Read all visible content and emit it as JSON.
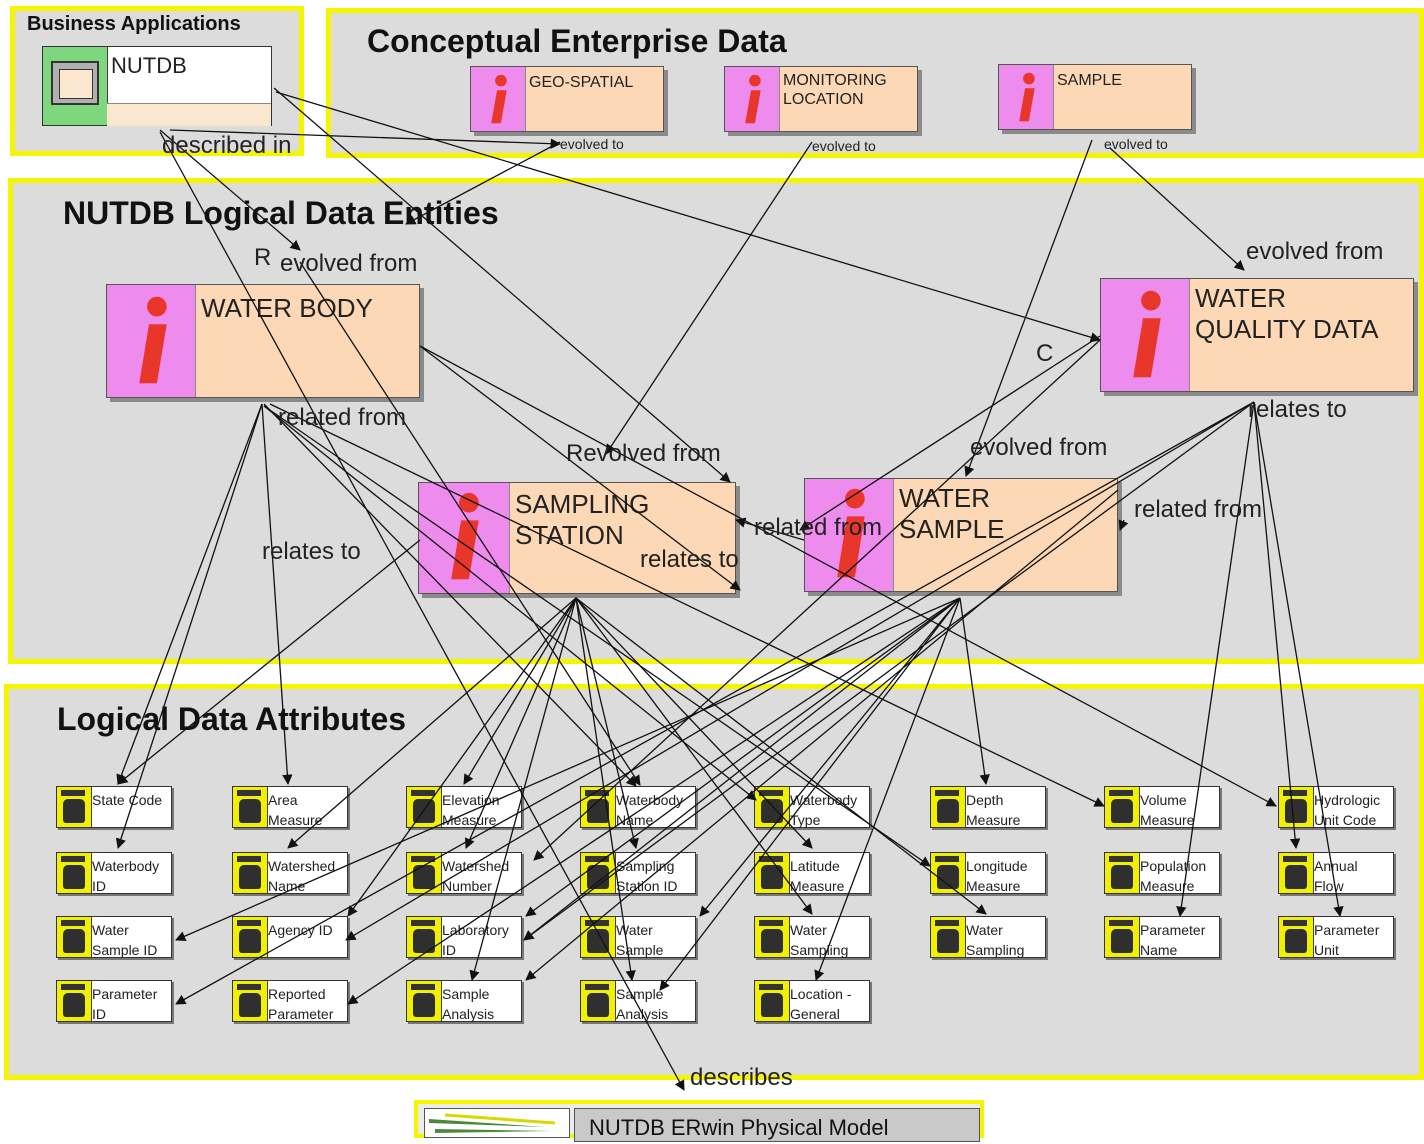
{
  "panels": {
    "business_apps": "Business Applications",
    "conceptual": "Conceptual Enterprise Data",
    "logical_entities": "NUTDB Logical Data Entities",
    "logical_attrs": "Logical Data Attributes"
  },
  "business_app": {
    "name": "NUTDB",
    "described_in": "described in"
  },
  "conceptual_entities": [
    {
      "label": "GEO-SPATIAL",
      "link": "evolved to"
    },
    {
      "label": "MONITORING\nLOCATION",
      "link": "evolved to"
    },
    {
      "label": "SAMPLE",
      "link": "evolved to"
    }
  ],
  "logical_entities": [
    {
      "label": "WATER BODY"
    },
    {
      "label": "SAMPLING\nSTATION"
    },
    {
      "label": "WATER\nSAMPLE"
    },
    {
      "label": "WATER\nQUALITY DATA"
    }
  ],
  "relation_labels": {
    "r1": "R",
    "evolved_from_wb": "evolved from",
    "related_from_wb": "related from",
    "relates_to_wb": "relates to",
    "evolved_from_ss": "Revolved from",
    "relates_to_ss": "relates to",
    "related_from_ws": "related from",
    "evolved_from_ws": "evolved from",
    "evolved_from_wq": "evolved from",
    "c": "C",
    "relates_to_wq": "relates to",
    "related_from_wq": "related from",
    "describes": "describes"
  },
  "attributes": [
    "State Code",
    "Area\nMeasure",
    "Elevation\nMeasure",
    "Waterbody\nName",
    "Waterbody\nType",
    "Depth\nMeasure",
    "Volume\nMeasure",
    "Hydrologic\nUnit Code",
    "Waterbody\nID",
    "Watershed\nName",
    "Watershed\nNumber",
    "Sampling\nStation ID",
    "Latitude\nMeasure",
    "Longitude\nMeasure",
    "Population\nMeasure",
    "Annual\nFlow",
    "Water\nSample ID",
    "Agency ID",
    "Laboratory\nID",
    "Water\nSample",
    "Water\nSampling",
    "Water\nSampling",
    "Parameter\nName",
    "Parameter\nUnit",
    "Parameter\nID",
    "Reported\nParameter",
    "Sample\nAnalysis",
    "Sample\nAnalysis",
    "Location -\nGeneral"
  ],
  "physical_model": "NUTDB ERwin Physical Model",
  "colors": {
    "panel_border": "#f5f500",
    "panel_bg": "#dcdcdc",
    "entity_fill": "#fcd8b6",
    "icon_fill": "#ee8cee",
    "icon_glyph": "#e8362a",
    "attr_icon": "#f0f000"
  }
}
